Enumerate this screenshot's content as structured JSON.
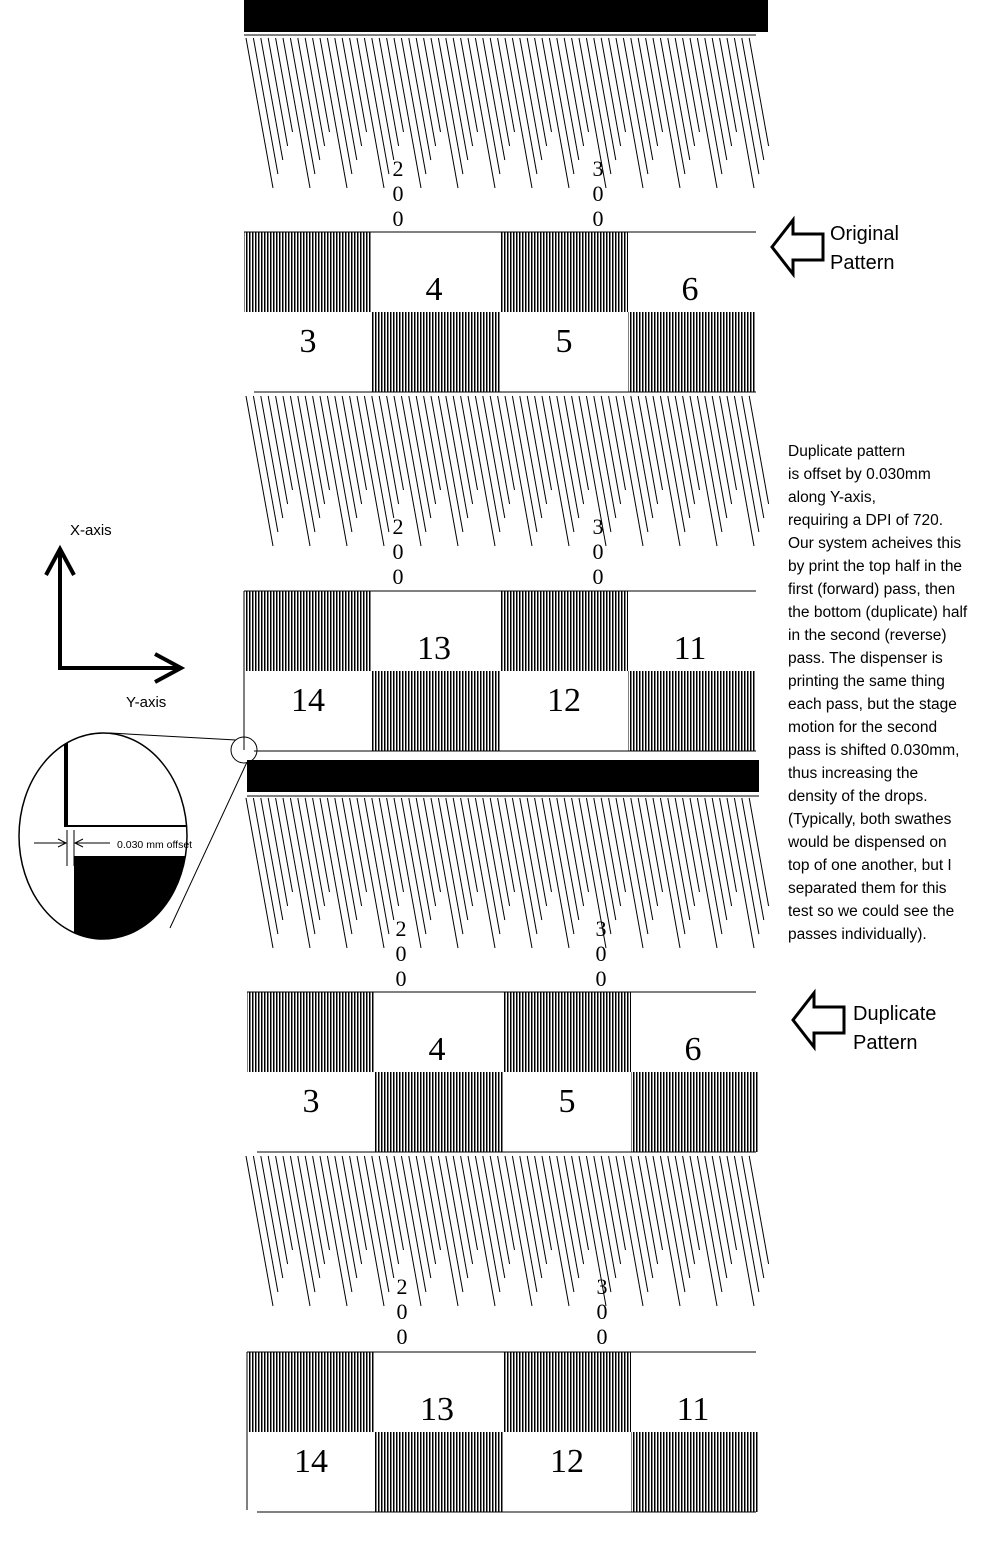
{
  "labels": {
    "original_line1": "Original",
    "original_line2": "Pattern",
    "duplicate_line1": "Duplicate",
    "duplicate_line2": "Pattern",
    "x_axis": "X-axis",
    "y_axis": "Y-axis",
    "offset_label": "0.030 mm offset"
  },
  "note_lines": [
    " Duplicate pattern",
    " is offset by 0.030mm",
    "along Y-axis,",
    "requiring a DPI of 720.",
    "Our system acheives this",
    "by print the top half in the",
    "first (forward) pass, then",
    "the bottom (duplicate) half",
    "in the second (reverse)",
    "pass.  The dispenser is",
    "printing the same thing",
    "each pass, but the stage",
    "motion for the second",
    "pass is shifted 0.030mm,",
    "thus increasing the",
    "density of the drops.",
    "(Typically, both swathes",
    "would be dispensed on",
    "top of one another, but I",
    "separated them for this",
    "test so we could see the",
    "passes individually)."
  ],
  "scale_labels": [
    "200",
    "300"
  ],
  "panel_a": {
    "top_row": [
      "4",
      "6"
    ],
    "bottom_row": [
      "3",
      "5"
    ]
  },
  "panel_b": {
    "top_row": [
      "13",
      "11"
    ],
    "bottom_row": [
      "14",
      "12"
    ]
  },
  "colors": {
    "ink": "#000000",
    "paper": "#ffffff"
  }
}
